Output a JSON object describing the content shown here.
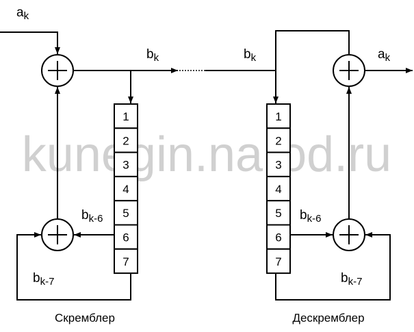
{
  "watermark": "kunegin.narod.ru",
  "labels": {
    "a_in": {
      "base": "a",
      "sub": "k"
    },
    "b_out": {
      "base": "b",
      "sub": "k"
    },
    "b_in": {
      "base": "b",
      "sub": "k"
    },
    "a_out": {
      "base": "a",
      "sub": "k"
    },
    "b6_left": {
      "base": "b",
      "sub": "k-6"
    },
    "b7_left": {
      "base": "b",
      "sub": "k-7"
    },
    "b6_right": {
      "base": "b",
      "sub": "k-6"
    },
    "b7_right": {
      "base": "b",
      "sub": "k-7"
    }
  },
  "register_cells": [
    "1",
    "2",
    "3",
    "4",
    "5",
    "6",
    "7"
  ],
  "captions": {
    "scrambler": "Скремблер",
    "descrambler": "Дескремблер"
  }
}
